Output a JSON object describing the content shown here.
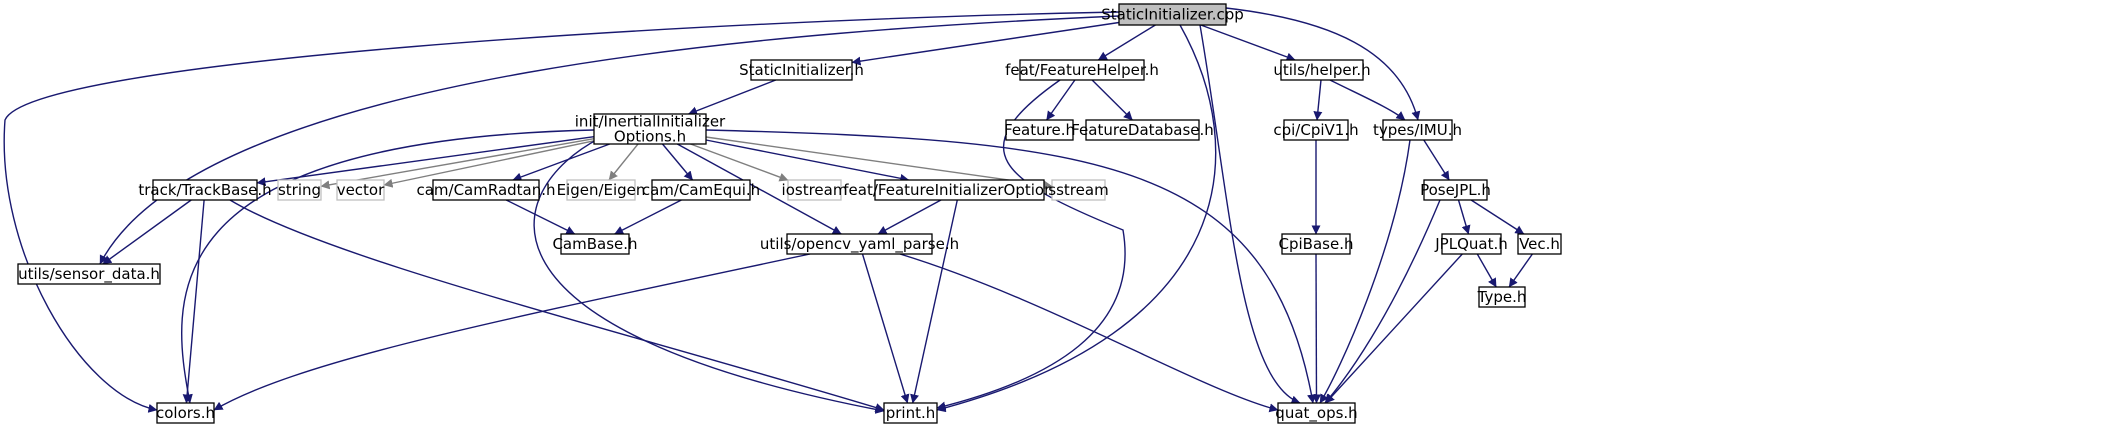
{
  "nodes": [
    {
      "id": "root",
      "label": [
        "StaticInitializer.cpp"
      ],
      "style": "root"
    },
    {
      "id": "colors",
      "label": [
        "colors.h"
      ],
      "style": "normal"
    },
    {
      "id": "sensor",
      "label": [
        "utils/sensor_data.h"
      ],
      "style": "normal"
    },
    {
      "id": "staticinit_h",
      "label": [
        "StaticInitializer.h"
      ],
      "style": "normal"
    },
    {
      "id": "featurehelper",
      "label": [
        "feat/FeatureHelper.h"
      ],
      "style": "normal"
    },
    {
      "id": "print",
      "label": [
        "print.h"
      ],
      "style": "normal"
    },
    {
      "id": "quatops",
      "label": [
        "quat_ops.h"
      ],
      "style": "normal"
    },
    {
      "id": "helper",
      "label": [
        "utils/helper.h"
      ],
      "style": "normal"
    },
    {
      "id": "imu",
      "label": [
        "types/IMU.h"
      ],
      "style": "normal"
    },
    {
      "id": "inertialopts",
      "label": [
        "init/InertialInitializer",
        "Options.h"
      ],
      "style": "normal"
    },
    {
      "id": "feature",
      "label": [
        "Feature.h"
      ],
      "style": "normal"
    },
    {
      "id": "featuredb",
      "label": [
        "FeatureDatabase.h"
      ],
      "style": "normal"
    },
    {
      "id": "cpiv1",
      "label": [
        "cpi/CpiV1.h"
      ],
      "style": "normal"
    },
    {
      "id": "trackbase",
      "label": [
        "track/TrackBase.h"
      ],
      "style": "normal"
    },
    {
      "id": "string",
      "label": [
        "string"
      ],
      "style": "gray"
    },
    {
      "id": "vector",
      "label": [
        "vector"
      ],
      "style": "gray"
    },
    {
      "id": "camradtan",
      "label": [
        "cam/CamRadtan.h"
      ],
      "style": "normal"
    },
    {
      "id": "eigen",
      "label": [
        "Eigen/Eigen"
      ],
      "style": "gray"
    },
    {
      "id": "camequi",
      "label": [
        "cam/CamEqui.h"
      ],
      "style": "normal"
    },
    {
      "id": "iostream",
      "label": [
        "iostream"
      ],
      "style": "gray"
    },
    {
      "id": "featinitopts",
      "label": [
        "feat/FeatureInitializerOptions.h"
      ],
      "style": "normal"
    },
    {
      "id": "sstream",
      "label": [
        "sstream"
      ],
      "style": "gray"
    },
    {
      "id": "posejpl",
      "label": [
        "PoseJPL.h"
      ],
      "style": "normal"
    },
    {
      "id": "cambase",
      "label": [
        "CamBase.h"
      ],
      "style": "normal"
    },
    {
      "id": "opencvyaml",
      "label": [
        "utils/opencv_yaml_parse.h"
      ],
      "style": "normal"
    },
    {
      "id": "cpibase",
      "label": [
        "CpiBase.h"
      ],
      "style": "normal"
    },
    {
      "id": "jplquat",
      "label": [
        "JPLQuat.h"
      ],
      "style": "normal"
    },
    {
      "id": "vec",
      "label": [
        "Vec.h"
      ],
      "style": "normal"
    },
    {
      "id": "type",
      "label": [
        "Type.h"
      ],
      "style": "normal"
    }
  ],
  "edges": [
    {
      "from": "root",
      "to": "colors"
    },
    {
      "from": "root",
      "to": "sensor"
    },
    {
      "from": "root",
      "to": "staticinit_h"
    },
    {
      "from": "root",
      "to": "featurehelper"
    },
    {
      "from": "root",
      "to": "print"
    },
    {
      "from": "root",
      "to": "quatops"
    },
    {
      "from": "root",
      "to": "helper"
    },
    {
      "from": "root",
      "to": "imu"
    },
    {
      "from": "staticinit_h",
      "to": "inertialopts"
    },
    {
      "from": "featurehelper",
      "to": "feature"
    },
    {
      "from": "featurehelper",
      "to": "featuredb"
    },
    {
      "from": "featurehelper",
      "to": "print"
    },
    {
      "from": "helper",
      "to": "cpiv1"
    },
    {
      "from": "helper",
      "to": "imu"
    },
    {
      "from": "imu",
      "to": "quatops"
    },
    {
      "from": "imu",
      "to": "posejpl"
    },
    {
      "from": "inertialopts",
      "to": "colors"
    },
    {
      "from": "inertialopts",
      "to": "trackbase"
    },
    {
      "from": "inertialopts",
      "to": "string"
    },
    {
      "from": "inertialopts",
      "to": "vector"
    },
    {
      "from": "inertialopts",
      "to": "camradtan"
    },
    {
      "from": "inertialopts",
      "to": "eigen"
    },
    {
      "from": "inertialopts",
      "to": "camequi"
    },
    {
      "from": "inertialopts",
      "to": "iostream"
    },
    {
      "from": "inertialopts",
      "to": "featinitopts"
    },
    {
      "from": "inertialopts",
      "to": "sstream"
    },
    {
      "from": "inertialopts",
      "to": "opencvyaml"
    },
    {
      "from": "inertialopts",
      "to": "print"
    },
    {
      "from": "inertialopts",
      "to": "quatops"
    },
    {
      "from": "trackbase",
      "to": "sensor"
    },
    {
      "from": "trackbase",
      "to": "colors"
    },
    {
      "from": "trackbase",
      "to": "print"
    },
    {
      "from": "camradtan",
      "to": "cambase"
    },
    {
      "from": "camequi",
      "to": "cambase"
    },
    {
      "from": "featinitopts",
      "to": "opencvyaml"
    },
    {
      "from": "featinitopts",
      "to": "print"
    },
    {
      "from": "opencvyaml",
      "to": "colors"
    },
    {
      "from": "opencvyaml",
      "to": "print"
    },
    {
      "from": "opencvyaml",
      "to": "quatops"
    },
    {
      "from": "cpiv1",
      "to": "cpibase"
    },
    {
      "from": "cpibase",
      "to": "quatops"
    },
    {
      "from": "posejpl",
      "to": "jplquat"
    },
    {
      "from": "posejpl",
      "to": "vec"
    },
    {
      "from": "posejpl",
      "to": "quatops"
    },
    {
      "from": "jplquat",
      "to": "quatops"
    },
    {
      "from": "jplquat",
      "to": "type"
    },
    {
      "from": "vec",
      "to": "type"
    }
  ]
}
